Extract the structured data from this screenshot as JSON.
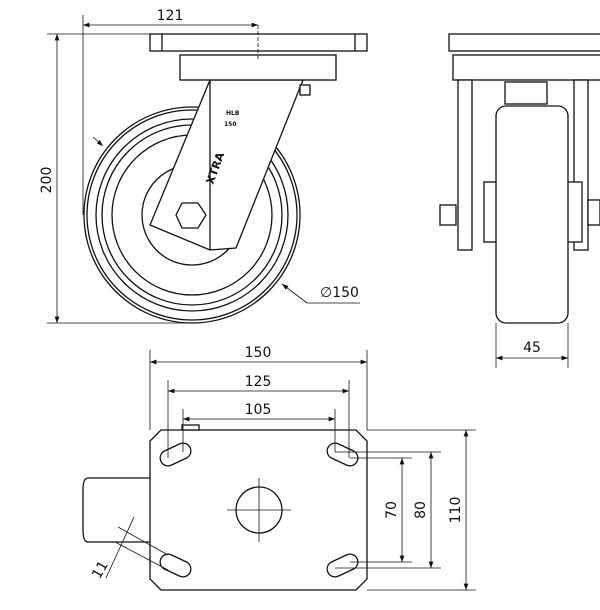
{
  "dimensions": {
    "offset": "121",
    "height": "200",
    "wheel_diameter": "∅150",
    "wheel_width": "45",
    "plate_length": "150",
    "hole_spacing_long_outer": "125",
    "hole_spacing_long_inner": "105",
    "hole_spacing_short_inner": "70",
    "hole_spacing_short_outer": "80",
    "plate_width": "110",
    "slot_width": "11"
  },
  "fork_marking": {
    "model": "HLB",
    "size": "150",
    "logo": "XTRA"
  }
}
